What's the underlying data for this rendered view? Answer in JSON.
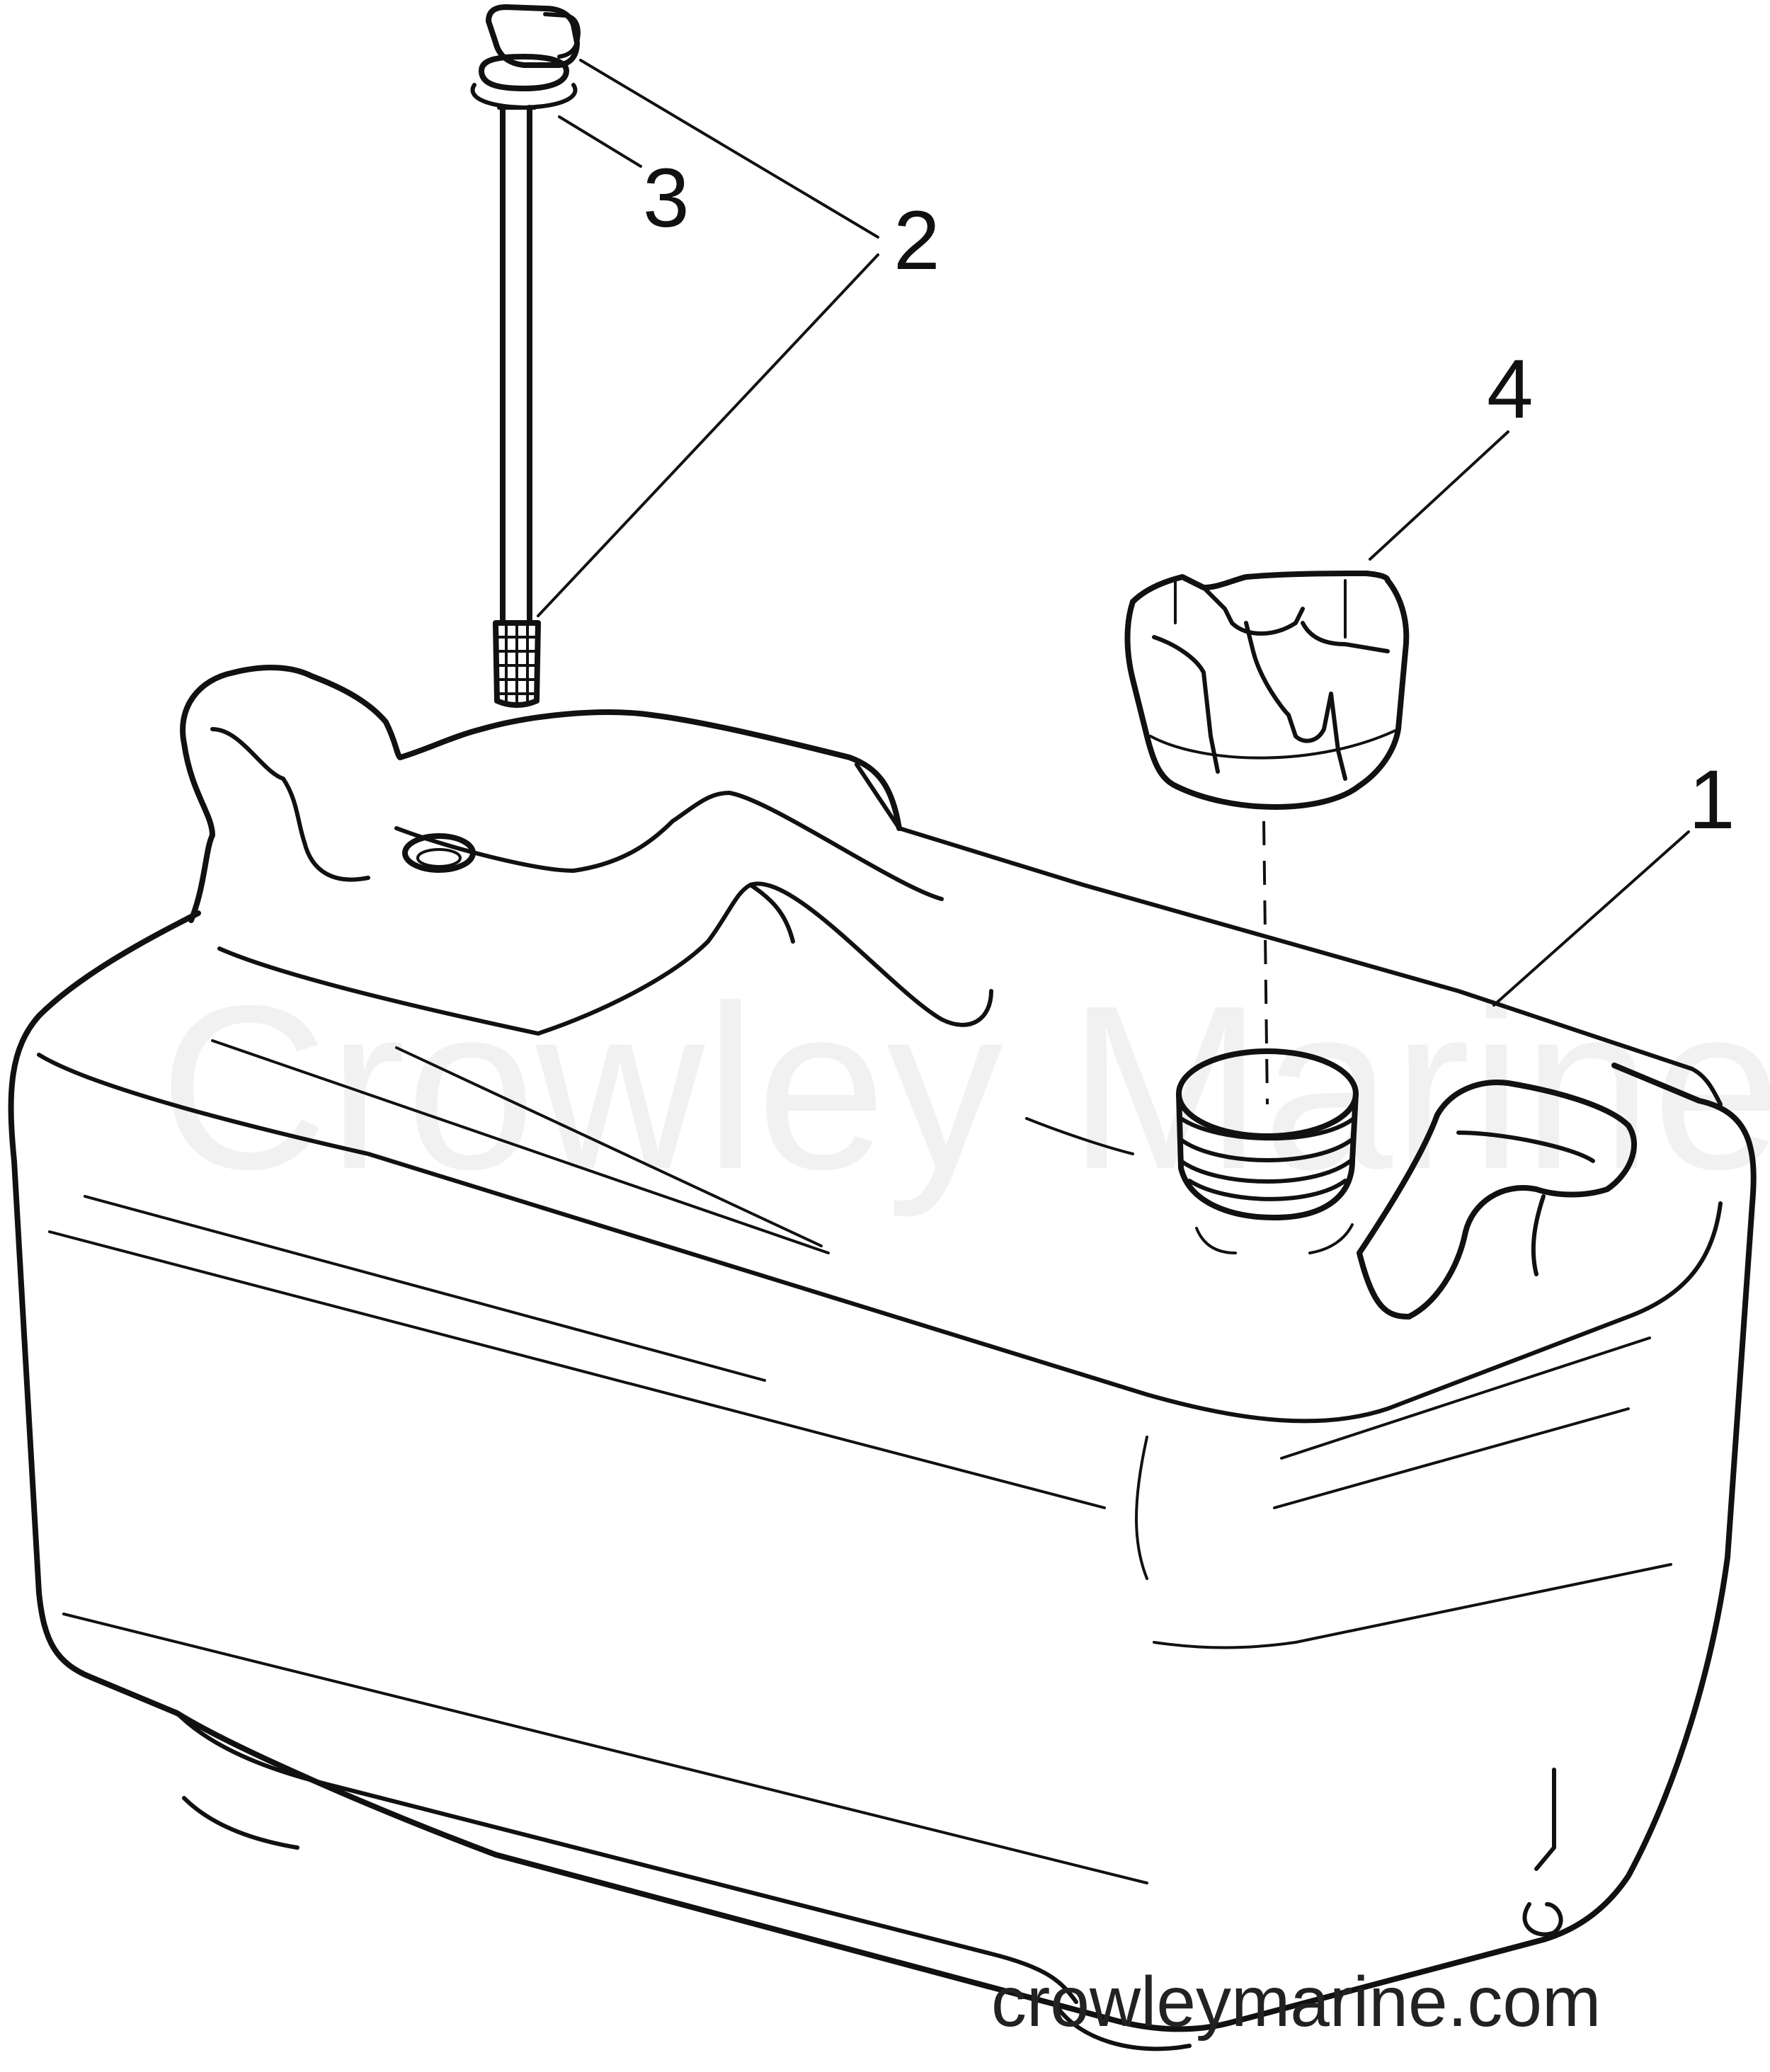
{
  "callouts": {
    "c1": "1",
    "c2": "2",
    "c3": "3",
    "c4": "4"
  },
  "watermark": {
    "text": "Crowley Marine"
  },
  "footer": {
    "website": "crowleymarine.com"
  },
  "colors": {
    "ink": "#111111",
    "watermark": "#e6e6e6",
    "background": "#ffffff"
  }
}
